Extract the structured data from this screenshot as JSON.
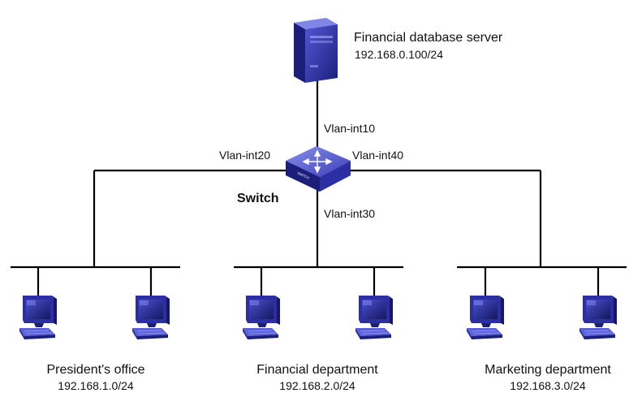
{
  "server": {
    "name": "Financial database server",
    "ip": "192.168.0.100/24"
  },
  "switch": {
    "label": "Switch",
    "icon_text": "SWITCH",
    "interfaces": {
      "vlan10": "Vlan-int10",
      "vlan20": "Vlan-int20",
      "vlan30": "Vlan-int30",
      "vlan40": "Vlan-int40"
    }
  },
  "departments": [
    {
      "name": "President's office",
      "subnet": "192.168.1.0/24"
    },
    {
      "name": "Financial department",
      "subnet": "192.168.2.0/24"
    },
    {
      "name": "Marketing department",
      "subnet": "192.168.3.0/24"
    }
  ],
  "icons": [
    "server-icon",
    "switch-icon",
    "pc-icon"
  ],
  "colors": {
    "device_blue": "#3a3db8",
    "device_dark": "#1c1f7a",
    "device_light": "#7f86e6",
    "line": "#000000"
  }
}
